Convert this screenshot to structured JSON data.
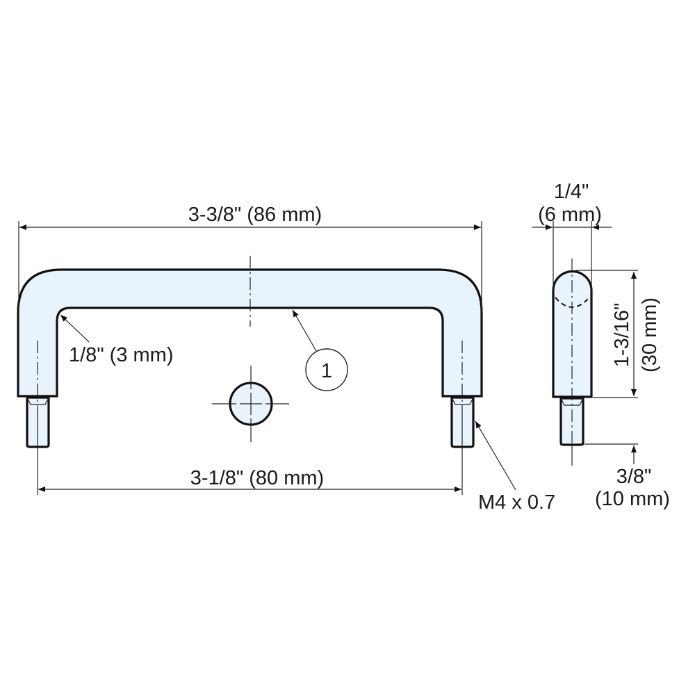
{
  "drawing": {
    "title": "U-shaped pull handle dimensional drawing",
    "fill_color": "#e8f3fc",
    "line_color": "#111111",
    "front_view": {
      "overall_width_label": "3-3/8\" (86 mm)",
      "center_distance_label": "3-1/8\" (80 mm)",
      "bend_radius_label": "1/8\" (3 mm)",
      "thread_label": "M4 x 0.7",
      "balloon_number": "1"
    },
    "side_view": {
      "diameter_label_line1": "1/4\"",
      "diameter_label_line2": "(6 mm)",
      "height_label_line1": "1-3/16\"",
      "height_label_line2": "(30 mm)",
      "stud_length_label_line1": "3/8\"",
      "stud_length_label_line2": "(10 mm)"
    }
  }
}
